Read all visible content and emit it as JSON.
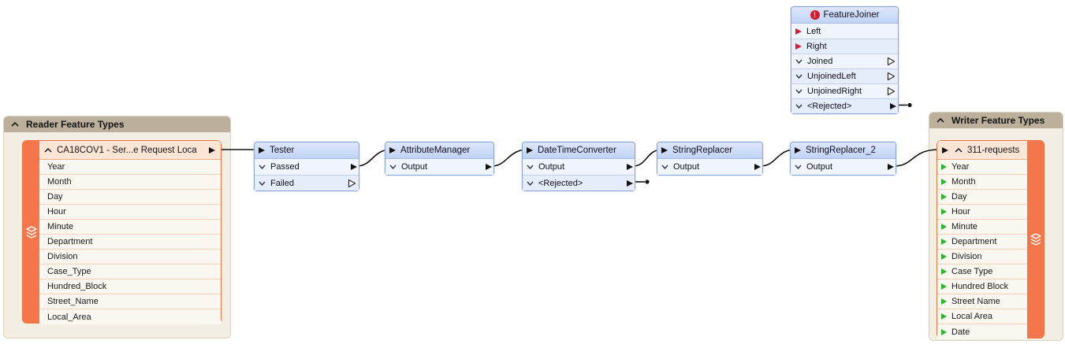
{
  "colors": {
    "canvas_bg": "#ffffff",
    "panel_bg": "#f3eee4",
    "panel_header_bg": "#bcaf9b",
    "feature_node_accent": "#f4764a",
    "feature_node_border": "#ed7342",
    "feature_title_bg": "#fce5d5",
    "transformer_border": "#89a4d6",
    "transformer_header": "#c1d2f4",
    "writer_port_green": "#2eb52e",
    "error_red": "#d21e2e",
    "wire": "#121212"
  },
  "icons": {
    "chevron_up": "collapse caret (^)",
    "chevron_down": "port expand caret (v)",
    "filled_arrow": "connected port triangle",
    "hollow_arrow": "unconnected output triangle",
    "layers": "feature-type stack glyph",
    "error_badge": "red circle with exclamation"
  },
  "reader_panel": {
    "title": "Reader Feature Types",
    "node": {
      "title": "CA18COV1 - Ser...e Request Loca",
      "attributes": [
        "Year",
        "Month",
        "Day",
        "Hour",
        "Minute",
        "Department",
        "Division",
        "Case_Type",
        "Hundred_Block",
        "Street_Name",
        "Local_Area"
      ]
    }
  },
  "writer_panel": {
    "title": "Writer Feature Types",
    "node": {
      "title": "311-requests",
      "attributes": [
        "Year",
        "Month",
        "Day",
        "Hour",
        "Minute",
        "Department",
        "Division",
        "Case Type",
        "Hundred Block",
        "Street Name",
        "Local Area",
        "Date"
      ]
    }
  },
  "transformers": [
    {
      "title": "Tester",
      "outputs": [
        "Passed",
        "Failed"
      ]
    },
    {
      "title": "AttributeManager",
      "outputs": [
        "Output"
      ]
    },
    {
      "title": "DateTimeConverter",
      "outputs": [
        "Output",
        "<Rejected>"
      ]
    },
    {
      "title": "StringReplacer",
      "outputs": [
        "Output"
      ]
    },
    {
      "title": "StringReplacer_2",
      "outputs": [
        "Output"
      ]
    }
  ],
  "feature_joiner": {
    "title": "FeatureJoiner",
    "inputs": [
      "Left",
      "Right"
    ],
    "outputs": [
      "Joined",
      "UnjoinedLeft",
      "UnjoinedRight",
      "<Rejected>"
    ]
  }
}
